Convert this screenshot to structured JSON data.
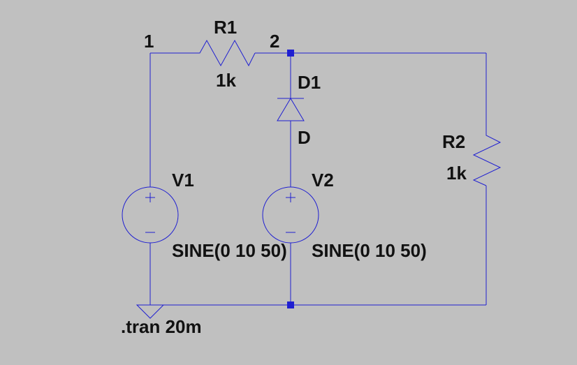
{
  "nodes": {
    "n1": "1",
    "n2": "2"
  },
  "components": {
    "r1": {
      "name": "R1",
      "value": "1k"
    },
    "r2": {
      "name": "R2",
      "value": "1k"
    },
    "d1": {
      "name": "D1",
      "model": "D"
    },
    "v1": {
      "name": "V1",
      "value": "SINE(0 10 50)"
    },
    "v2": {
      "name": "V2",
      "value": "SINE(0 10 50)"
    }
  },
  "directive": ".tran 20m",
  "colors": {
    "background": "#c0c0c0",
    "wire": "#1f1fd1",
    "text": "#111111"
  }
}
